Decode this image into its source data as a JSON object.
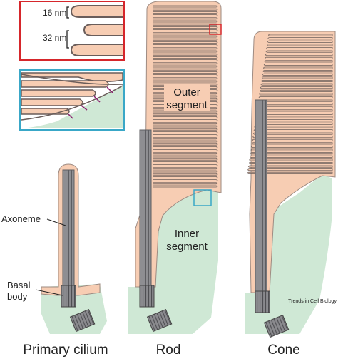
{
  "labels": {
    "inset_top_1": "16 nm",
    "inset_top_2": "32 nm",
    "outer_segment_1": "Outer",
    "outer_segment_2": "segment",
    "inner_segment_1": "Inner",
    "inner_segment_2": "segment",
    "axoneme": "Axoneme",
    "basal_body_1": "Basal",
    "basal_body_2": "body",
    "primary_cilium": "Primary cilium",
    "rod": "Rod",
    "cone": "Cone",
    "source": "Trends in Cell Biology"
  },
  "colors": {
    "membrane_fill": "#f7cdb3",
    "membrane_stroke": "#7a6a66",
    "cell_body": "#cfe8d5",
    "axoneme": "#8e8e92",
    "inset_red": "#d6262b",
    "inset_blue": "#39a7c7",
    "connector_purple": "#8a1f6e"
  }
}
